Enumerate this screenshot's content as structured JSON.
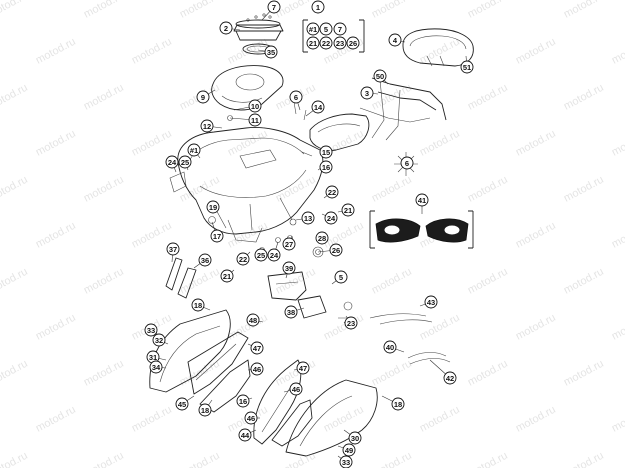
{
  "watermark": {
    "text": "motod.ru"
  },
  "callouts": [
    {
      "label": "7"
    },
    {
      "label": "2"
    },
    {
      "label": "35"
    },
    {
      "label": "1"
    },
    {
      "label": "#1"
    },
    {
      "label": "5"
    },
    {
      "label": "7"
    },
    {
      "label": "21"
    },
    {
      "label": "22"
    },
    {
      "label": "23"
    },
    {
      "label": "26"
    },
    {
      "label": "4"
    },
    {
      "label": "51"
    },
    {
      "label": "50"
    },
    {
      "label": "3"
    },
    {
      "label": "9"
    },
    {
      "label": "6"
    },
    {
      "label": "14"
    },
    {
      "label": "10"
    },
    {
      "label": "11"
    },
    {
      "label": "12"
    },
    {
      "label": "#1"
    },
    {
      "label": "24"
    },
    {
      "label": "25"
    },
    {
      "label": "15"
    },
    {
      "label": "16"
    },
    {
      "label": "6"
    },
    {
      "label": "22"
    },
    {
      "label": "24"
    },
    {
      "label": "21"
    },
    {
      "label": "19"
    },
    {
      "label": "17"
    },
    {
      "label": "13"
    },
    {
      "label": "27"
    },
    {
      "label": "28"
    },
    {
      "label": "26"
    },
    {
      "label": "41"
    },
    {
      "label": "37"
    },
    {
      "label": "22"
    },
    {
      "label": "25"
    },
    {
      "label": "24"
    },
    {
      "label": "36"
    },
    {
      "label": "21"
    },
    {
      "label": "39"
    },
    {
      "label": "5"
    },
    {
      "label": "18"
    },
    {
      "label": "38"
    },
    {
      "label": "23"
    },
    {
      "label": "43"
    },
    {
      "label": "48"
    },
    {
      "label": "33"
    },
    {
      "label": "32"
    },
    {
      "label": "47"
    },
    {
      "label": "31"
    },
    {
      "label": "40"
    },
    {
      "label": "34"
    },
    {
      "label": "46"
    },
    {
      "label": "47"
    },
    {
      "label": "42"
    },
    {
      "label": "45"
    },
    {
      "label": "18"
    },
    {
      "label": "16"
    },
    {
      "label": "46"
    },
    {
      "label": "18"
    },
    {
      "label": "44"
    },
    {
      "label": "46"
    },
    {
      "label": "30"
    },
    {
      "label": "49"
    },
    {
      "label": "33"
    }
  ]
}
